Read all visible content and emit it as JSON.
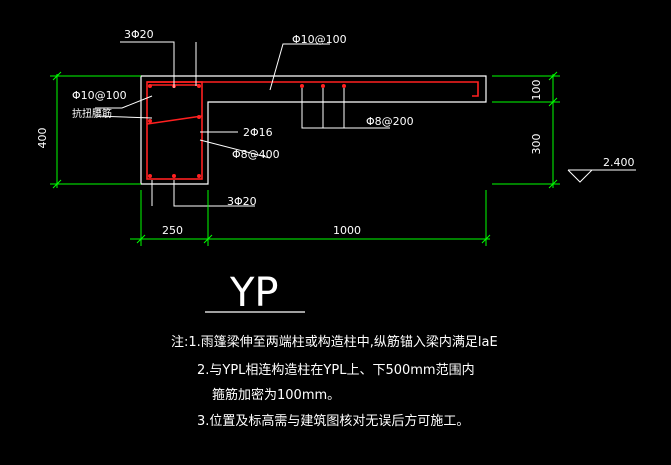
{
  "drawing": {
    "title": "YP",
    "labels": {
      "top_bars": "3Φ20",
      "slab_top_bar": "Φ10@100",
      "left_bar": "Φ10@100",
      "left_note": "抗扭腰筋",
      "side_bars": "2Φ16",
      "stirrup": "Φ8@400",
      "slab_bar": "Φ8@200",
      "bottom_bars": "3Φ20",
      "elevation": "2.400",
      "height_total": "400",
      "dim_100": "100",
      "dim_300": "300",
      "dim_250": "250",
      "dim_1000": "1000"
    },
    "notes": [
      "注:1.雨篷梁伸至两端柱或构造柱中,纵筋锚入梁内满足laE",
      "2.与YPL相连构造柱在YPL上、下500mm范围内",
      "箍筋加密为100mm。",
      "3.位置及标高需与建筑图核对无误后方可施工。"
    ]
  },
  "colors": {
    "background": "#000000",
    "outline": "#ffffff",
    "rebar": "#ff2020",
    "dimension": "#00ff00",
    "text": "#ffffff"
  }
}
